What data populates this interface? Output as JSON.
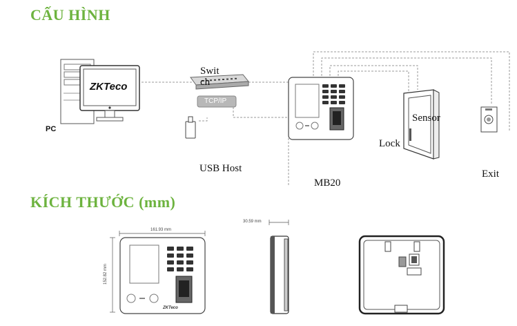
{
  "headings": {
    "config": "CẤU HÌNH",
    "dimensions": "KÍCH THƯỚC (mm)"
  },
  "config_diagram": {
    "pc_label": "PC",
    "pc_brand": "ZKTeco",
    "switch_label": "Swit ch",
    "tcpip_label": "TCP/IP",
    "usb_label": "USB Host",
    "device_label": "MB20",
    "lock_label": "Lock",
    "sensor_label": "Sensor",
    "exit_label": "Exit"
  },
  "dimensions_diagram": {
    "width_label": "161.93 mm",
    "height_label": "152.82 mm",
    "depth_label": "30.59 mm",
    "front_brand": "ZKTeco"
  },
  "colors": {
    "heading": "#6db33f",
    "line": "#888888"
  }
}
